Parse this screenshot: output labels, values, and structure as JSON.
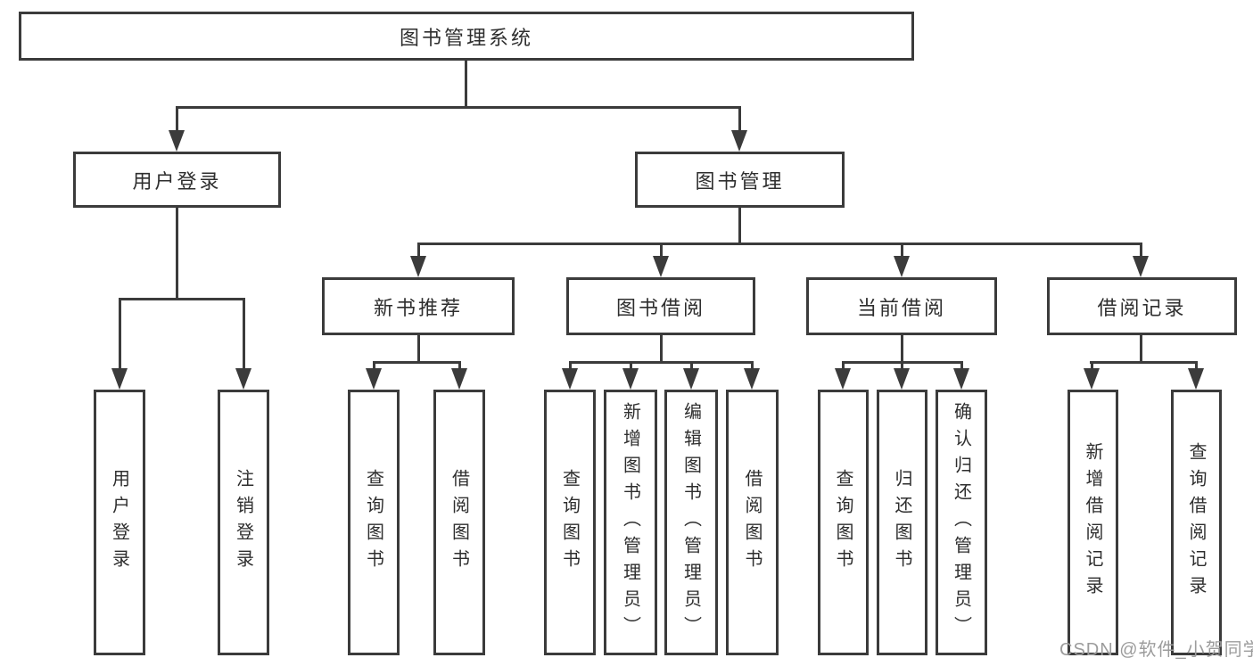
{
  "tree": {
    "label": "图书管理系统",
    "children": [
      {
        "label": "用户登录",
        "children": [
          {
            "label": "用户登录"
          },
          {
            "label": "注销登录"
          }
        ]
      },
      {
        "label": "图书管理",
        "children": [
          {
            "label": "新书推荐",
            "children": [
              {
                "label": "查询图书"
              },
              {
                "label": "借阅图书"
              }
            ]
          },
          {
            "label": "图书借阅",
            "children": [
              {
                "label": "查询图书"
              },
              {
                "label": "新增图书（管理员）"
              },
              {
                "label": "编辑图书（管理员）"
              },
              {
                "label": "借阅图书"
              }
            ]
          },
          {
            "label": "当前借阅",
            "children": [
              {
                "label": "查询图书"
              },
              {
                "label": "归还图书"
              },
              {
                "label": "确认归还（管理员）"
              }
            ]
          },
          {
            "label": "借阅记录",
            "children": [
              {
                "label": "新增借阅记录"
              },
              {
                "label": "查询借阅记录"
              }
            ]
          }
        ]
      }
    ]
  },
  "watermark": {
    "text": "CSDN @软件_小贺同学"
  },
  "colors": {
    "line": "#3b3b3b",
    "text": "#2e2e2e",
    "watermark": "#9c9c9c",
    "background": "#ffffff"
  }
}
